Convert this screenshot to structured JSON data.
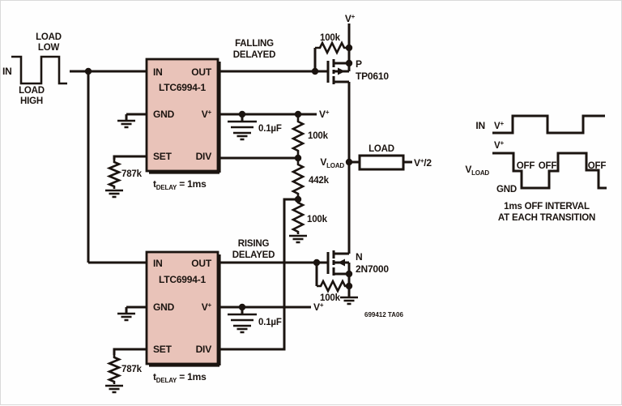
{
  "input": {
    "in_label": "IN",
    "load_low_line1": "LOAD",
    "load_low_line2": "LOW",
    "load_high_line1": "LOAD",
    "load_high_line2": "HIGH"
  },
  "signals": {
    "falling_line1": "FALLING",
    "falling_line2": "DELAYED",
    "rising_line1": "RISING",
    "rising_line2": "DELAYED"
  },
  "ic": {
    "name": "LTC6994-1",
    "pin_in": "IN",
    "pin_out": "OUT",
    "pin_gnd": "GND",
    "pin_v": "V",
    "pin_v_sup": "+",
    "pin_set": "SET",
    "pin_div": "DIV"
  },
  "tdelay": {
    "base": "t",
    "sub": "DELAY",
    "value": "= 1ms"
  },
  "power": {
    "v": "V",
    "plus": "+",
    "half": "/2"
  },
  "components": {
    "r_pgate": "100k",
    "r_div_top": "100k",
    "r_div_mid": "442k",
    "r_div_bot": "100k",
    "r_ngate": "100k",
    "r_set_top": "787k",
    "r_set_bottom": "787k",
    "c_top": "0.1µF",
    "c_bottom": "0.1µF",
    "pfet_designator": "P",
    "pfet_part": "TP0610",
    "nfet_designator": "N",
    "nfet_part": "2N7000",
    "load_label": "LOAD"
  },
  "vload": {
    "base": "V",
    "sub": "LOAD"
  },
  "note": "699412 TA06",
  "waveform": {
    "in_label": "IN",
    "gnd": "GND",
    "off": "OFF",
    "vload_base": "V",
    "vload_sub": "LOAD",
    "caption_line1": "1ms OFF INTERVAL",
    "caption_line2": "AT EACH TRANSITION"
  }
}
